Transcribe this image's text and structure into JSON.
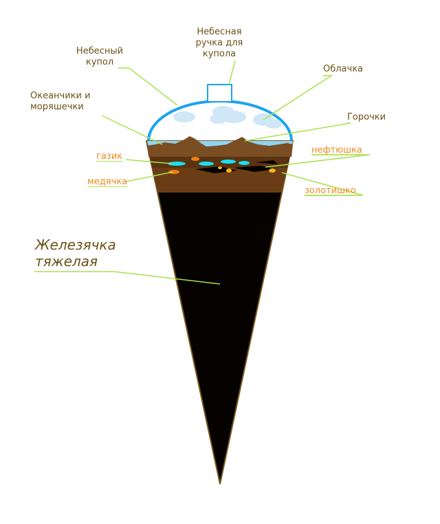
{
  "labels": {
    "handle": "Небесная\nручка для\nкупола",
    "dome": "Небесный\nкупол",
    "clouds": "Облачка",
    "oceans": "Океанчики и\nморяшечки",
    "hills": "Горочки",
    "gas": "газик",
    "oil": "нефтюшка",
    "copper": "медячка",
    "gold": "золотишко",
    "iron": "Железячка\nтяжелая"
  },
  "colors": {
    "dome": "#1aa3f0",
    "cloud": "#cfe7f7",
    "water": "#8fd3f5",
    "soil": "#6b3d16",
    "hills": "#7a4d22",
    "iron": "#050200",
    "outline": "#7a5a1e",
    "leader": "#a7e24a",
    "gas": "#19e0f0",
    "orange_label": "#ef8a1e",
    "text": "#6b5218"
  }
}
